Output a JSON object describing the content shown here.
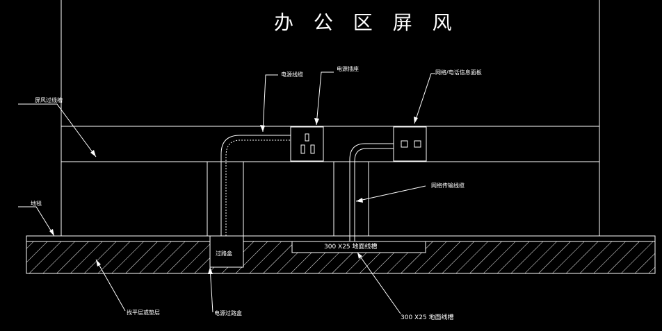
{
  "title": "办 公 区 屏 风",
  "labels": {
    "screen_trunking": "屏风过线槽",
    "power_cable": "电源线缆",
    "power_socket": "电源插座",
    "network_phone_socket": "网络/电话信息面板",
    "network_line": "网络传输线缆",
    "floor_tile": "地毯",
    "junction_box": "过路盒",
    "floor_trunking_mid": "300 X25 地面线槽",
    "leveling_layer": "找平层或垫层",
    "power_junction_box": "电源过路盒",
    "floor_trunking_bottom": "300 X25 地面线槽"
  },
  "colors": {
    "background": "#000000",
    "line": "#ffffff"
  }
}
